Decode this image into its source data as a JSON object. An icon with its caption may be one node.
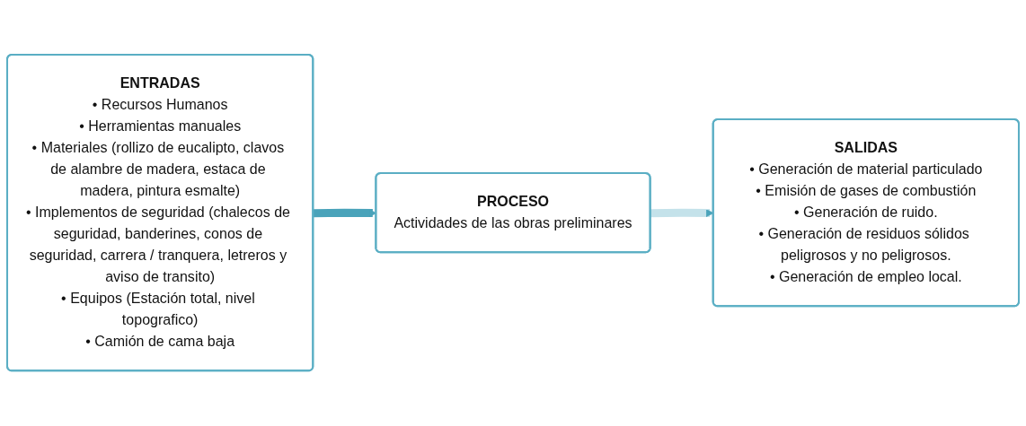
{
  "diagram": {
    "nodes": [
      {
        "text": [
          "ENTRADAS",
          "• Recursos Humanos",
          "• Herramientas manuales",
          "• Materiales (rollizo de eucalipto, clavos de alambre de madera, estaca de madera, pintura esmalte)",
          "• Implementos de seguridad (chalecos de seguridad, banderines, conos de seguridad, carrera / tranquera, letreros y aviso de transito)",
          "• Equipos (Estación total, nivel topografico)",
          "• Camión de cama baja"
        ]
      },
      {
        "text": [
          "PROCESO",
          "Actividades de las obras preliminares"
        ]
      },
      {
        "text": [
          "SALIDAS",
          "• Generación de material particulado",
          "• Emisión de gases de combustión",
          "• Generación de ruido.",
          "• Generación de residuos sólidos peligrosos y no peligrosos.",
          "• Generación de empleo local."
        ]
      }
    ],
    "edges": [
      {
        "from": 0,
        "to": 1,
        "arrow": "to"
      },
      {
        "from": 1,
        "to": 2,
        "arrow": "to",
        "color": "#c4e2ea"
      }
    ]
  }
}
